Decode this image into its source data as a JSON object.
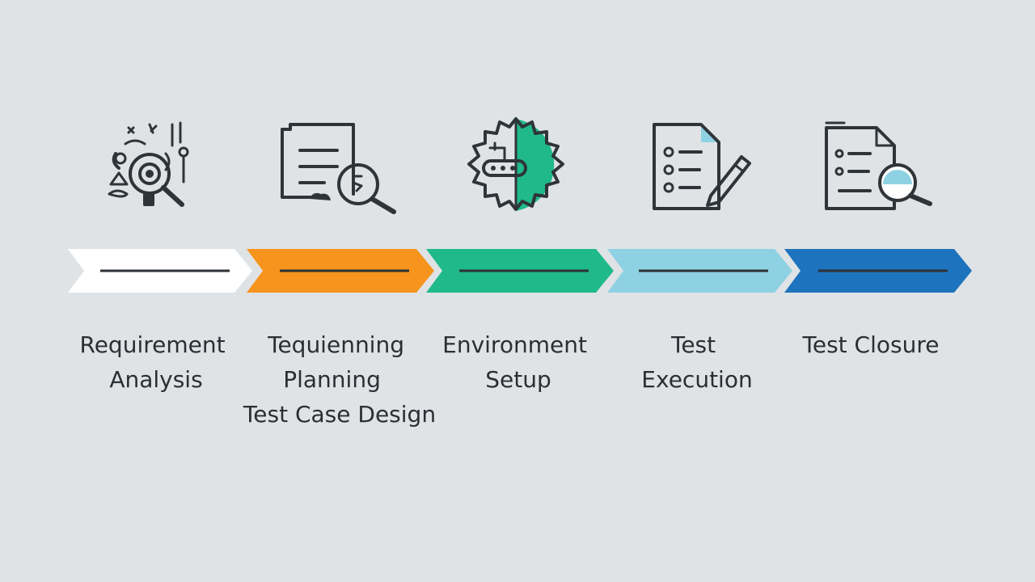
{
  "stages": [
    {
      "id": "requirement-analysis",
      "lines": [
        "Requirement",
        "Analysis"
      ],
      "color": "#ffffff",
      "icon": "magnifier-analysis-icon"
    },
    {
      "id": "test-planning",
      "lines": [
        "Tequienning",
        "Planning",
        "Test Case Design"
      ],
      "color": "#f7941d",
      "icon": "document-search-icon"
    },
    {
      "id": "environment-setup",
      "lines": [
        "Environment",
        "Setup"
      ],
      "color": "#1fb98a",
      "icon": "gear-setup-icon"
    },
    {
      "id": "test-execution",
      "lines": [
        "Test",
        "Execution"
      ],
      "color": "#8ed1e2",
      "icon": "checklist-pencil-icon"
    },
    {
      "id": "test-closure",
      "lines": [
        "Test Closure"
      ],
      "color": "#1e73be",
      "icon": "checklist-magnifier-icon"
    }
  ],
  "accent_colors": {
    "arrow_line": "#2d3236",
    "icon_stroke": "#2f3438",
    "icon_green": "#1fb98a",
    "icon_light_blue": "#8ed1e2"
  }
}
